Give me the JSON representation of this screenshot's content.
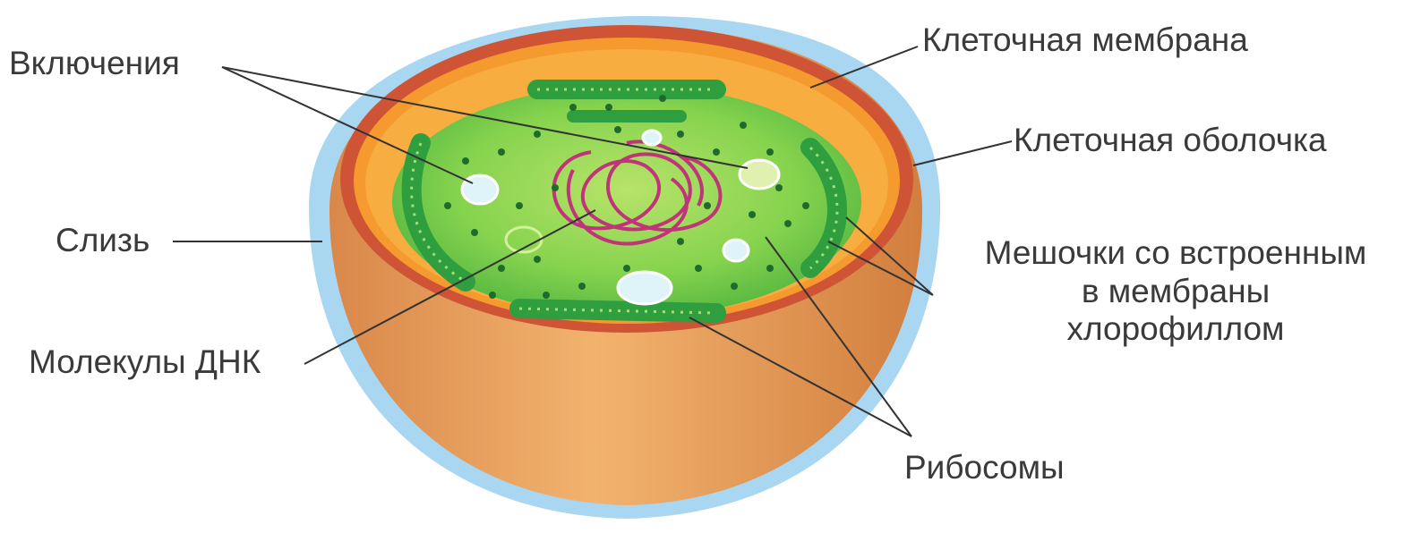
{
  "labels": {
    "inclusions": "Включения",
    "cell_membrane": "Клеточная мембрана",
    "cell_wall": "Клеточная оболочка",
    "mucus": "Слизь",
    "thylakoids_line1": "Мешочки со встроенным",
    "thylakoids_line2": "в мембраны",
    "thylakoids_line3": "хлорофиллом",
    "dna": "Молекулы ДНК",
    "ribosomes": "Рибосомы"
  },
  "colors": {
    "mucus": "#a9d6f0",
    "wall_outer": "#e9a45a",
    "wall_rim": "#d2553a",
    "membrane_inner": "#f5a033",
    "cytoplasm": "#7ccf4e",
    "thylakoid": "#2f9e3f",
    "dna": "#c0357a",
    "inclusion": "#bfe8f4",
    "ribosome": "#1f6b2e"
  }
}
